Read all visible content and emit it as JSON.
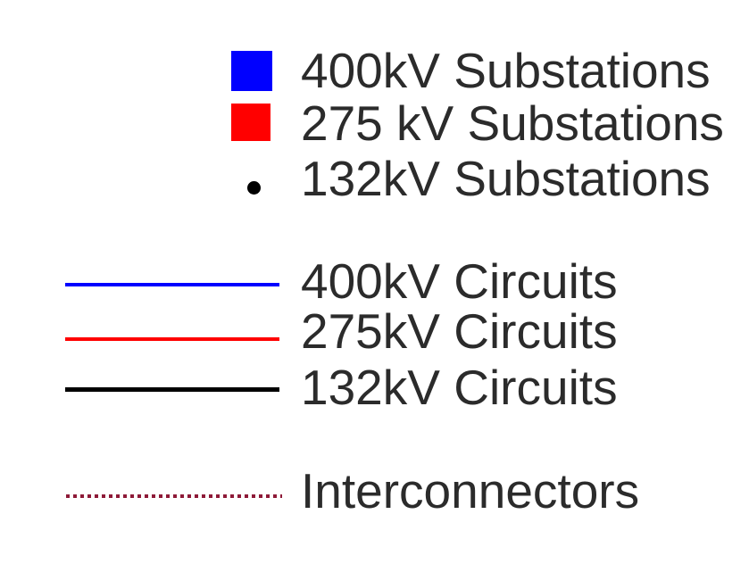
{
  "legend": {
    "text_color": "#2b2b2b",
    "background_color": "#ffffff",
    "substations": {
      "items": [
        {
          "label": "400kV Substations",
          "symbol": "blue-square-icon",
          "color": "#0000ff"
        },
        {
          "label": "275 kV Substations",
          "symbol": "red-square-icon",
          "color": "#ff0000"
        },
        {
          "label": "132kV Substations",
          "symbol": "black-dot-icon",
          "color": "#000000"
        }
      ]
    },
    "circuits": {
      "items": [
        {
          "label": "400kV Circuits",
          "symbol": "blue-solid-line-icon",
          "color": "#0000ff"
        },
        {
          "label": "275kV Circuits",
          "symbol": "red-solid-line-icon",
          "color": "#ff0000"
        },
        {
          "label": "132kV Circuits",
          "symbol": "black-solid-line-icon",
          "color": "#000000"
        }
      ]
    },
    "interconnectors": {
      "items": [
        {
          "label": "Interconnectors",
          "symbol": "maroon-dotted-line-icon",
          "color": "#8e1a38"
        }
      ]
    }
  }
}
